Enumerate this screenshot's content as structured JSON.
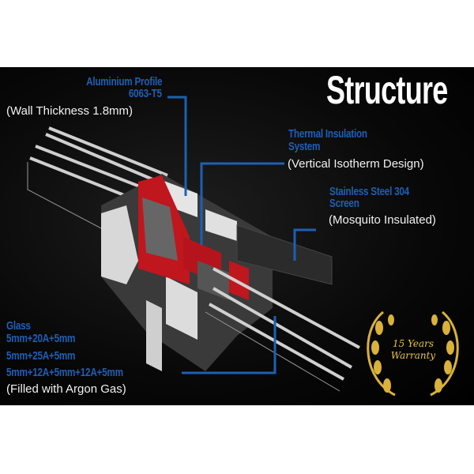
{
  "title": "Structure",
  "labels": {
    "aluminium": {
      "heading": [
        "Aluminium Profile",
        "6063-T5"
      ],
      "note": "(Wall Thickness 1.8mm)"
    },
    "thermal": {
      "heading": [
        "Thermal Insulation",
        "System"
      ],
      "note": "(Vertical Isotherm Design)"
    },
    "screen": {
      "heading": [
        "Stainless Steel 304",
        "Screen"
      ],
      "note": "(Mosquito Insulated)"
    },
    "glass": {
      "heading": [
        "Glass",
        "5mm+20A+5mm",
        "5mm+25A+5mm",
        "5mm+12A+5mm+12A+5mm"
      ],
      "note": "(Filled with Argon Gas)"
    }
  },
  "badge": {
    "lines": [
      "15 Years",
      "Warranty"
    ]
  },
  "colors": {
    "accent": "#1f5fb4",
    "background": "#000000",
    "badge_gold": "#d9b13b",
    "thermal_red": "#c0161e"
  }
}
